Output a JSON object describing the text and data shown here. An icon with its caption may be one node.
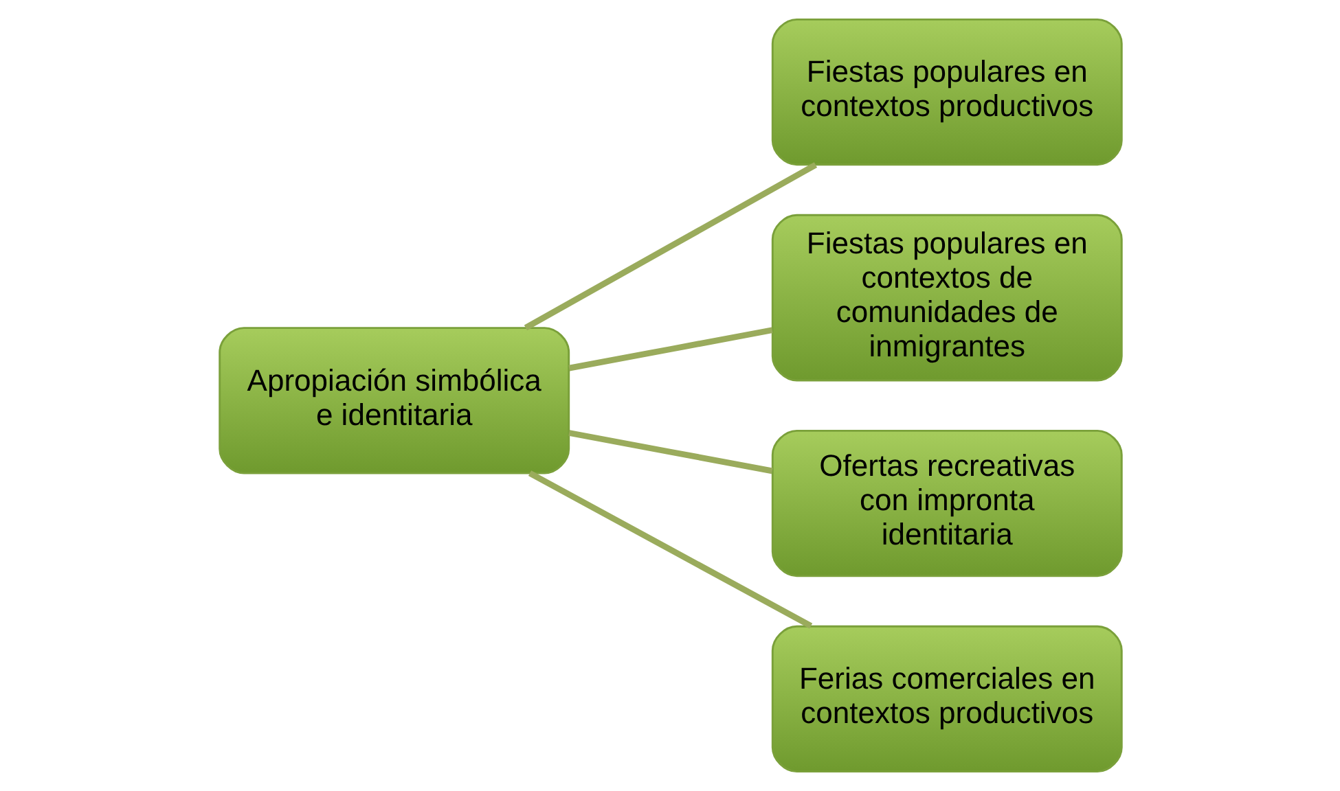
{
  "diagram": {
    "nodes": [
      {
        "text": [
          "Apropiación simbólica e identitaria"
        ]
      },
      {
        "text": [
          "Fiestas populares en contextos productivos"
        ]
      },
      {
        "text": [
          "Fiestas populares en contextos de comunidades de inmigrantes"
        ]
      },
      {
        "text": [
          "Ofertas recreativas con impronta identitaria"
        ]
      },
      {
        "text": [
          "Ferias comerciales en contextos productivos"
        ]
      }
    ],
    "edges": [
      {
        "from": 0,
        "to": 1,
        "arrow": "none"
      },
      {
        "from": 0,
        "to": 2,
        "arrow": "none"
      },
      {
        "from": 0,
        "to": 3,
        "arrow": "none"
      },
      {
        "from": 0,
        "to": 4,
        "arrow": "none"
      }
    ]
  }
}
